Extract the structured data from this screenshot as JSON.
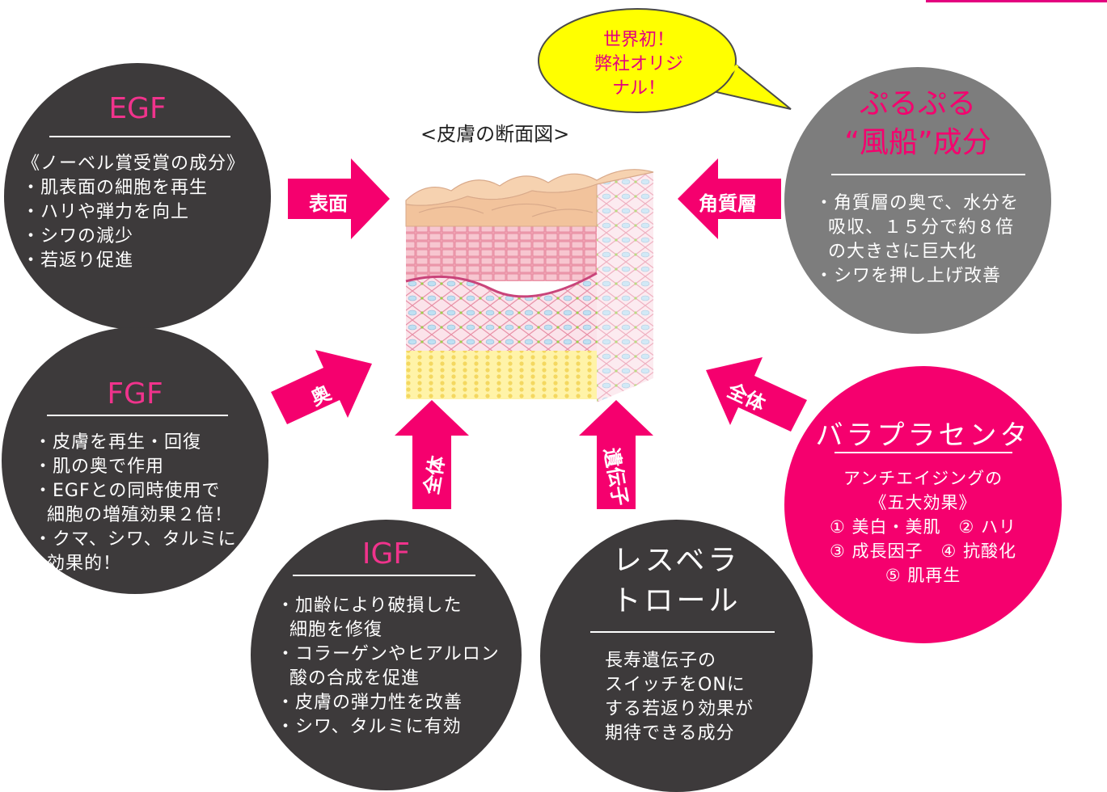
{
  "colors": {
    "accent_pink": "#f5006e",
    "title_pink": "#f0338c",
    "dark_circle": "#3d3a3b",
    "gray_circle": "#7d7d7d",
    "bubble_fill": "#ffff00"
  },
  "diagram": {
    "caption": "<皮膚の断面図>"
  },
  "bubble": {
    "text": "世界初！\n弊社オリジ\nナル！"
  },
  "circles": {
    "egf": {
      "title": "EGF",
      "body": "《ノーベル賞受賞の成分》\n・肌表面の細胞を再生\n・ハリや弾力を向上\n・シワの減少\n・若返り促進"
    },
    "fgf": {
      "title": "FGF",
      "body": "・皮膚を再生・回復\n・肌の奥で作用\n・EGFとの同時使用で\n  細胞の増殖効果２倍！\n・クマ、シワ、タルミに\n  効果的！"
    },
    "igf": {
      "title": "IGF",
      "body": "・加齢により破損した\n  細胞を修復\n・コラーゲンやヒアルロン\n  酸の合成を促進\n・皮膚の弾力性を改善\n・シワ、タルミに有効"
    },
    "resveratrol": {
      "title": "レスベラ\nトロール",
      "body": "長寿遺伝子の\nスイッチをONに\nする若返り効果が\n期待できる成分"
    },
    "balloon": {
      "title": "ぷるぷる\n“風船”成分",
      "body": "・角質層の奥で、水分を\n  吸収、１５分で約８倍\n  の大きさに巨大化\n・シワを押し上げ改善"
    },
    "placenta": {
      "title": "バラプラセンタ",
      "body": "アンチエイジングの\n《五大効果》\n① 美白・美肌　② ハリ\n③ 成長因子　④ 抗酸化\n⑤ 肌再生"
    }
  },
  "arrows": {
    "surface": "表面",
    "stratum": "角質層",
    "deep": "奥",
    "whole_left": "全体",
    "gene": "遺伝子",
    "whole_right": "全体"
  }
}
